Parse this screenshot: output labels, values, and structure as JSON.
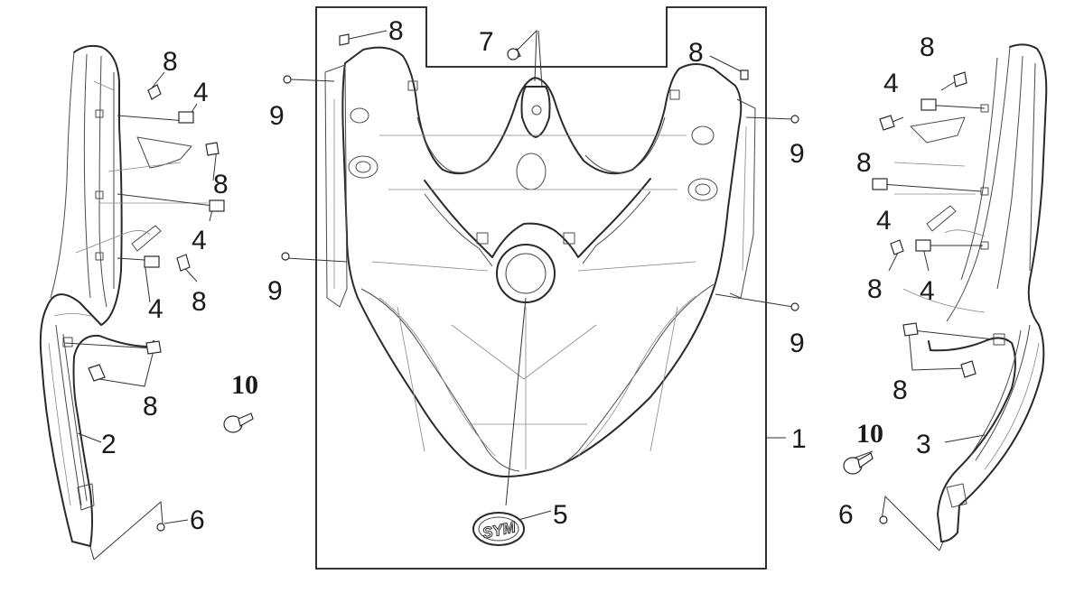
{
  "callouts": {
    "c1": "1",
    "c2": "2",
    "c3": "3",
    "c4a": "4",
    "c4b": "4",
    "c4c": "4",
    "c4d": "4",
    "c4e": "4",
    "c4f": "4",
    "c5": "5",
    "c6a": "6",
    "c6b": "6",
    "c7": "7",
    "c8a": "8",
    "c8b": "8",
    "c8c": "8",
    "c8d": "8",
    "c8e": "8",
    "c8f": "8",
    "c8g": "8",
    "c8h": "8",
    "c8i": "8",
    "c8j": "8",
    "c9a": "9",
    "c9b": "9",
    "c9c": "9",
    "c9d": "9",
    "c10a": "10",
    "c10b": "10"
  },
  "emblem_text": "SYM"
}
